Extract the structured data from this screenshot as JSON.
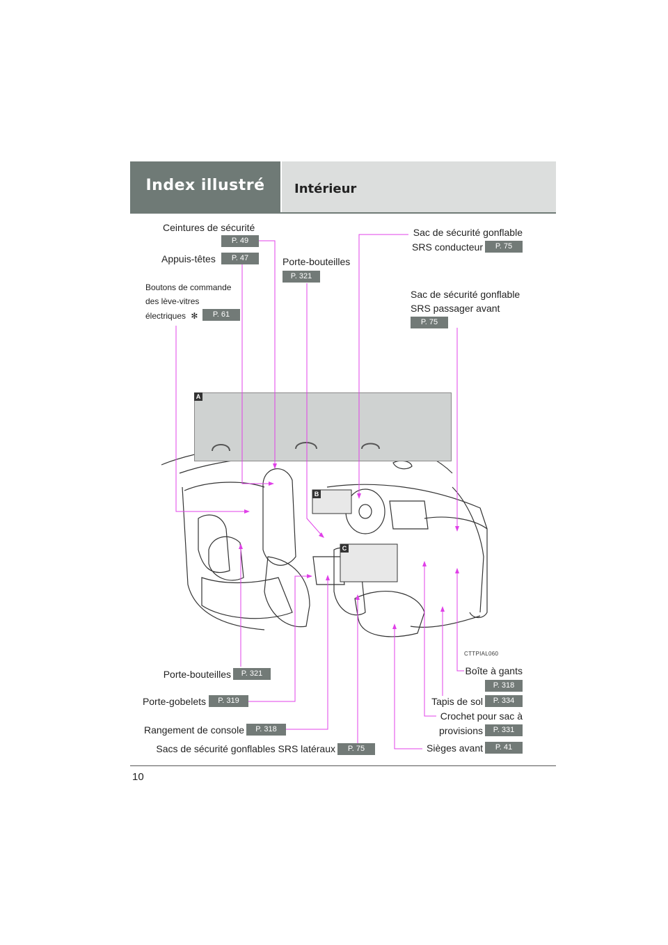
{
  "header": {
    "section": "Index illustré",
    "title": "Intérieur"
  },
  "page_number": "10",
  "image_caption": "CTTPIAL060",
  "markers": {
    "a": "A",
    "b": "B",
    "c": "C"
  },
  "labels": {
    "ceintures": {
      "text": "Ceintures de sécurité",
      "page": "P. 49"
    },
    "appuis": {
      "text": "Appuis-têtes",
      "page": "P. 47"
    },
    "boutons": {
      "line1": "Boutons de commande",
      "line2": "des lève-vitres",
      "line3": "électriques",
      "mark": "✻",
      "page": "P. 61"
    },
    "porte_bouteilles_top": {
      "text": "Porte-bouteilles",
      "page": "P. 321"
    },
    "sac_conducteur": {
      "line1": "Sac de sécurité gonflable",
      "line2": "SRS conducteur",
      "page": "P. 75"
    },
    "sac_passager": {
      "line1": "Sac de sécurité gonflable",
      "line2": "SRS passager avant",
      "page": "P. 75"
    },
    "porte_bouteilles_bottom": {
      "text": "Porte-bouteilles",
      "page": "P. 321"
    },
    "porte_gobelets": {
      "text": "Porte-gobelets",
      "page": "P. 319"
    },
    "rangement": {
      "text": "Rangement de console",
      "page": "P. 318"
    },
    "sacs_lateraux": {
      "text": "Sacs de sécurité gonflables SRS latéraux",
      "page": "P. 75"
    },
    "boite_gants": {
      "text": "Boîte à gants",
      "page": "P. 318"
    },
    "tapis": {
      "text": "Tapis de sol",
      "page": "P. 334"
    },
    "crochet": {
      "line1": "Crochet pour sac à",
      "line2": "provisions",
      "page": "P. 331"
    },
    "sieges": {
      "text": "Sièges avant",
      "page": "P. 41"
    }
  },
  "colors": {
    "header_dark": "#6f7a76",
    "header_light": "#dcdedd",
    "badge": "#727a77",
    "leader": "#e040e8"
  }
}
